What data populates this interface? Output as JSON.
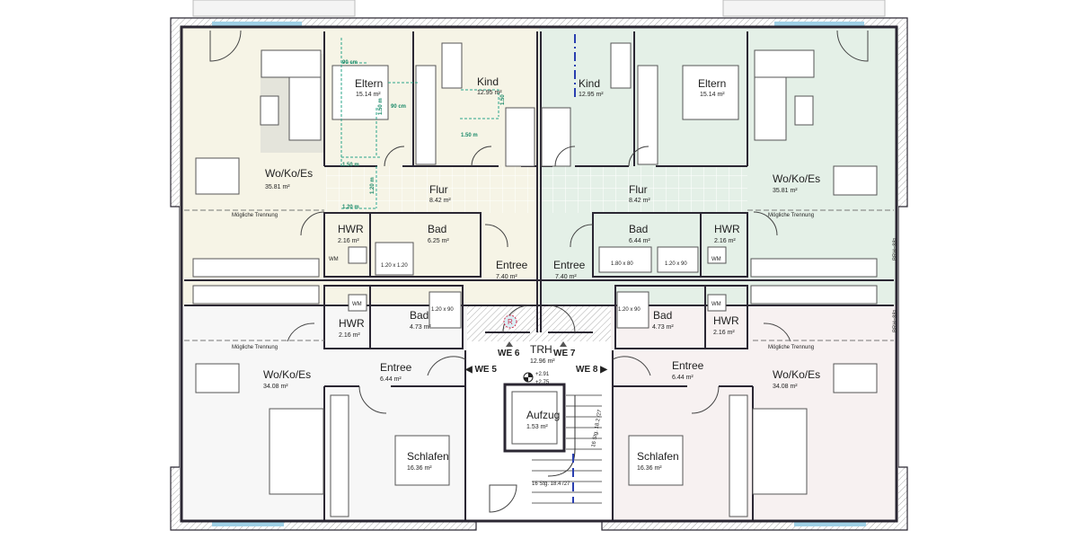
{
  "rooms": [
    {
      "name": "Wo/Ko/Es",
      "area": "35.81 m²"
    },
    {
      "name": "Eltern",
      "area": "15.14 m²"
    },
    {
      "name": "Kind",
      "area": "12.95 m²"
    },
    {
      "name": "Flur",
      "area": "8.42 m²"
    },
    {
      "name": "HWR",
      "area": "2.16 m²"
    },
    {
      "name": "Bad",
      "area": "6.25 m²"
    },
    {
      "name": "Entree",
      "area": "7.40 m²"
    },
    {
      "name": "Entree",
      "area": "7.40 m²"
    },
    {
      "name": "Kind",
      "area": "12.95 m²"
    },
    {
      "name": "Eltern",
      "area": "15.14 m²"
    },
    {
      "name": "Flur",
      "area": "8.42 m²"
    },
    {
      "name": "Bad",
      "area": "6.44 m²"
    },
    {
      "name": "HWR",
      "area": "2.16 m²"
    },
    {
      "name": "Wo/Ko/Es",
      "area": "35.81 m²"
    },
    {
      "name": "HWR",
      "area": "2.16 m²"
    },
    {
      "name": "Bad",
      "area": "4.73 m²"
    },
    {
      "name": "Entree",
      "area": "6.44 m²"
    },
    {
      "name": "Wo/Ko/Es",
      "area": "34.08 m²"
    },
    {
      "name": "Schlafen",
      "area": "16.36 m²"
    },
    {
      "name": "TRH",
      "area": "12.96 m²"
    },
    {
      "name": "Aufzug",
      "area": "1.53 m²"
    },
    {
      "name": "Bad",
      "area": "4.73 m²"
    },
    {
      "name": "HWR",
      "area": "2.16 m²"
    },
    {
      "name": "Entree",
      "area": "6.44 m²"
    },
    {
      "name": "Wo/Ko/Es",
      "area": "34.08 m²"
    },
    {
      "name": "Schlafen",
      "area": "16.36 m²"
    }
  ],
  "units": {
    "we5": "◀ WE 5",
    "we6": "WE 6",
    "we7": "WE 7",
    "we8": "WE 8 ▶"
  },
  "labels": {
    "trennung": "Mögliche Trennung",
    "level_upper": "+2.91",
    "level_lower": "+2.75",
    "stairs_upper": "16 Stg. 18.2 /27",
    "stairs_lower": "16 Stg. 18.4 /27",
    "brh": "BRH=88⁵",
    "wm": "WM",
    "shower_120x120": "1.20 x 1.20",
    "shower_120x90": "1.20 x 90",
    "tub_180x80": "1.80 x 80",
    "smoke_detector": "R"
  },
  "dimensions": {
    "d90cm": "90 cm",
    "d150m": "1.50 m",
    "d120m": "1.20 m",
    "d150": "1.50"
  },
  "colors": {
    "unit_we6": "#f6f4e6",
    "unit_we7": "#e4f0e7",
    "unit_we5": "#f7f7f7",
    "unit_we8": "#f7f1f1",
    "wall": "#2b2733",
    "dimension": "#1c8a6a",
    "window": "#9fd0e6",
    "smoke_detector": "#d02a4a"
  }
}
